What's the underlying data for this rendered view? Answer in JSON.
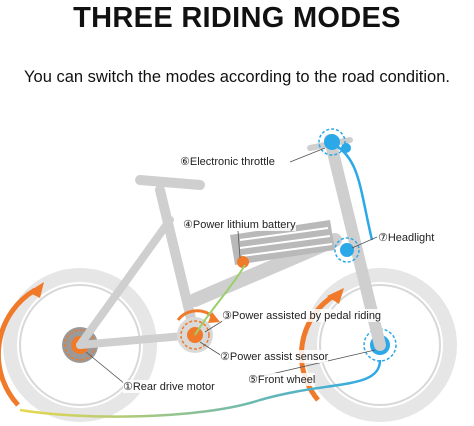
{
  "header": {
    "title": "THREE RIDING MODES",
    "subtitle": "You can switch the modes according to the road condition."
  },
  "labels": {
    "electronic_throttle": "⑥Electronic throttle",
    "lithium_battery": "④Power lithium battery",
    "headlight": "⑦Headlight",
    "pedal_riding": "③Power assisted by pedal riding",
    "assist_sensor": "②Power assist sensor",
    "front_wheel": "⑤Front wheel",
    "rear_motor": "①Rear drive motor"
  },
  "colors": {
    "orange_marker": "#f07a2a",
    "blue_marker": "#2aa8e8",
    "frame": "#cfcfcf",
    "battery_green": "#9ccf6a",
    "battery_yellow": "#e8d84a"
  }
}
